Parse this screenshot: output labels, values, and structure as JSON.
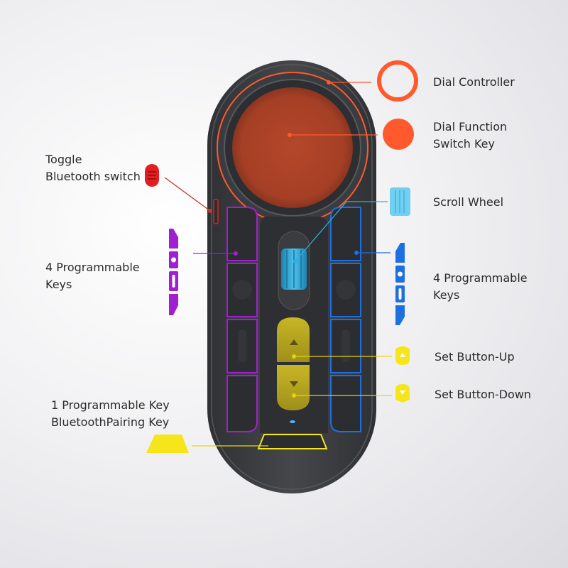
{
  "labels": {
    "dial_controller": "Dial Controller",
    "dial_function_1": "Dial Function",
    "dial_function_2": "Switch Key",
    "toggle_1": "Toggle",
    "toggle_2": "Bluetooth switch",
    "scroll_wheel": "Scroll Wheel",
    "left_keys_1": "4  Programmable",
    "left_keys_2": "Keys",
    "right_keys_1": "4  Programmable",
    "right_keys_2": "Keys",
    "set_up": "Set Button-Up",
    "set_down": "Set Button-Down",
    "pair_1": "1  Programmable Key",
    "pair_2": "BluetoothPairing Key"
  },
  "colors": {
    "dial": "#ff5a2e",
    "toggle": "#e02020",
    "scroll": "#2ab0e8",
    "left_keys": "#a020d0",
    "right_keys": "#1e6fe0",
    "set_buttons": "#f7e51c",
    "pairing": "#f7e51c",
    "device_body": "#3e4044"
  },
  "icons": {
    "up_arrow": "▲",
    "down_arrow": "▼"
  }
}
